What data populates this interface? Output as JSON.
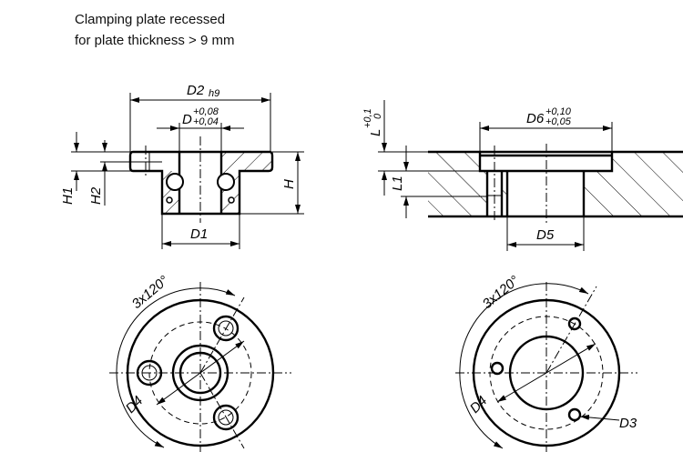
{
  "caption": {
    "line1": "Clamping plate recessed",
    "line2": "for plate thickness > 9 mm"
  },
  "section_left": {
    "d2": "D2",
    "d2_tol": "h9",
    "d": "D",
    "d_tol_upper": "+0,08",
    "d_tol_lower": "+0,04",
    "h1": "H1",
    "h2": "H2",
    "h": "H",
    "d1": "D1"
  },
  "section_right": {
    "l": "L",
    "l_tol_upper": "+0,1",
    "l_tol_lower": "0",
    "l1": "L1",
    "d6": "D6",
    "d6_tol_upper": "+0,10",
    "d6_tol_lower": "+0,05",
    "d5": "D5"
  },
  "view_left": {
    "angle": "3x120°",
    "d4": "D4"
  },
  "view_right": {
    "angle": "3x120°",
    "d4": "D4",
    "d3": "D3"
  }
}
